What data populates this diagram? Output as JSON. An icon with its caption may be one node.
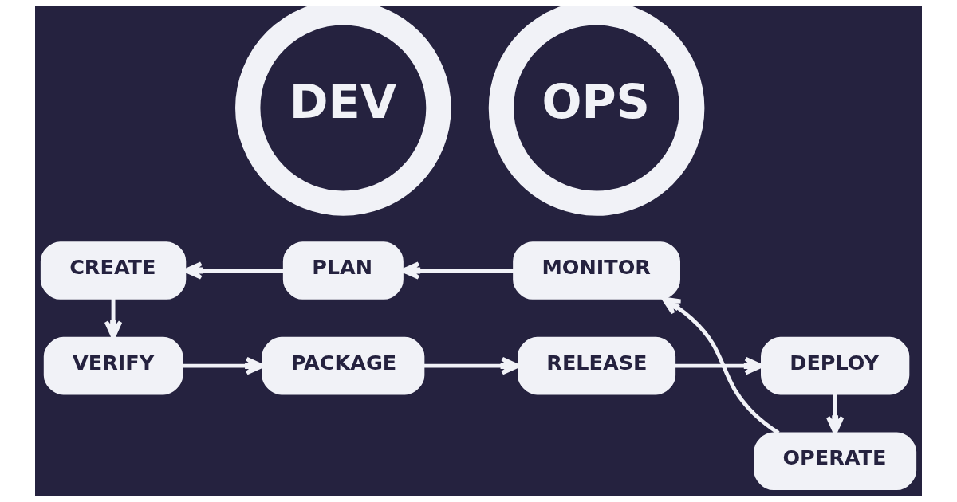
{
  "diagram": {
    "nodes": [
      {
        "text": [
          "CREATE"
        ]
      },
      {
        "text": [
          "PLAN"
        ]
      },
      {
        "text": [
          "RELEASE"
        ]
      },
      {
        "text": [
          "DEPLOY"
        ]
      },
      {
        "text": [
          "DEV"
        ]
      },
      {
        "text": [
          "OPS"
        ]
      },
      {
        "text": [
          "VERIFY"
        ]
      },
      {
        "text": [
          "PACKAGE"
        ]
      },
      {
        "text": [
          "MONITOR"
        ]
      },
      {
        "text": [
          "OPERATE"
        ]
      }
    ],
    "edges": [
      {
        "from": 1,
        "to": 0,
        "arrow": "to"
      },
      {
        "from": 0,
        "to": 6,
        "arrow": "to"
      },
      {
        "from": 6,
        "to": 7,
        "arrow": "to"
      },
      {
        "from": 7,
        "to": 2,
        "arrow": "to"
      },
      {
        "from": 2,
        "to": 3,
        "arrow": "to"
      },
      {
        "from": 3,
        "to": 9,
        "arrow": "to"
      },
      {
        "from": 9,
        "to": 8,
        "arrow": "to"
      },
      {
        "from": 8,
        "to": 1,
        "arrow": "to"
      }
    ]
  }
}
